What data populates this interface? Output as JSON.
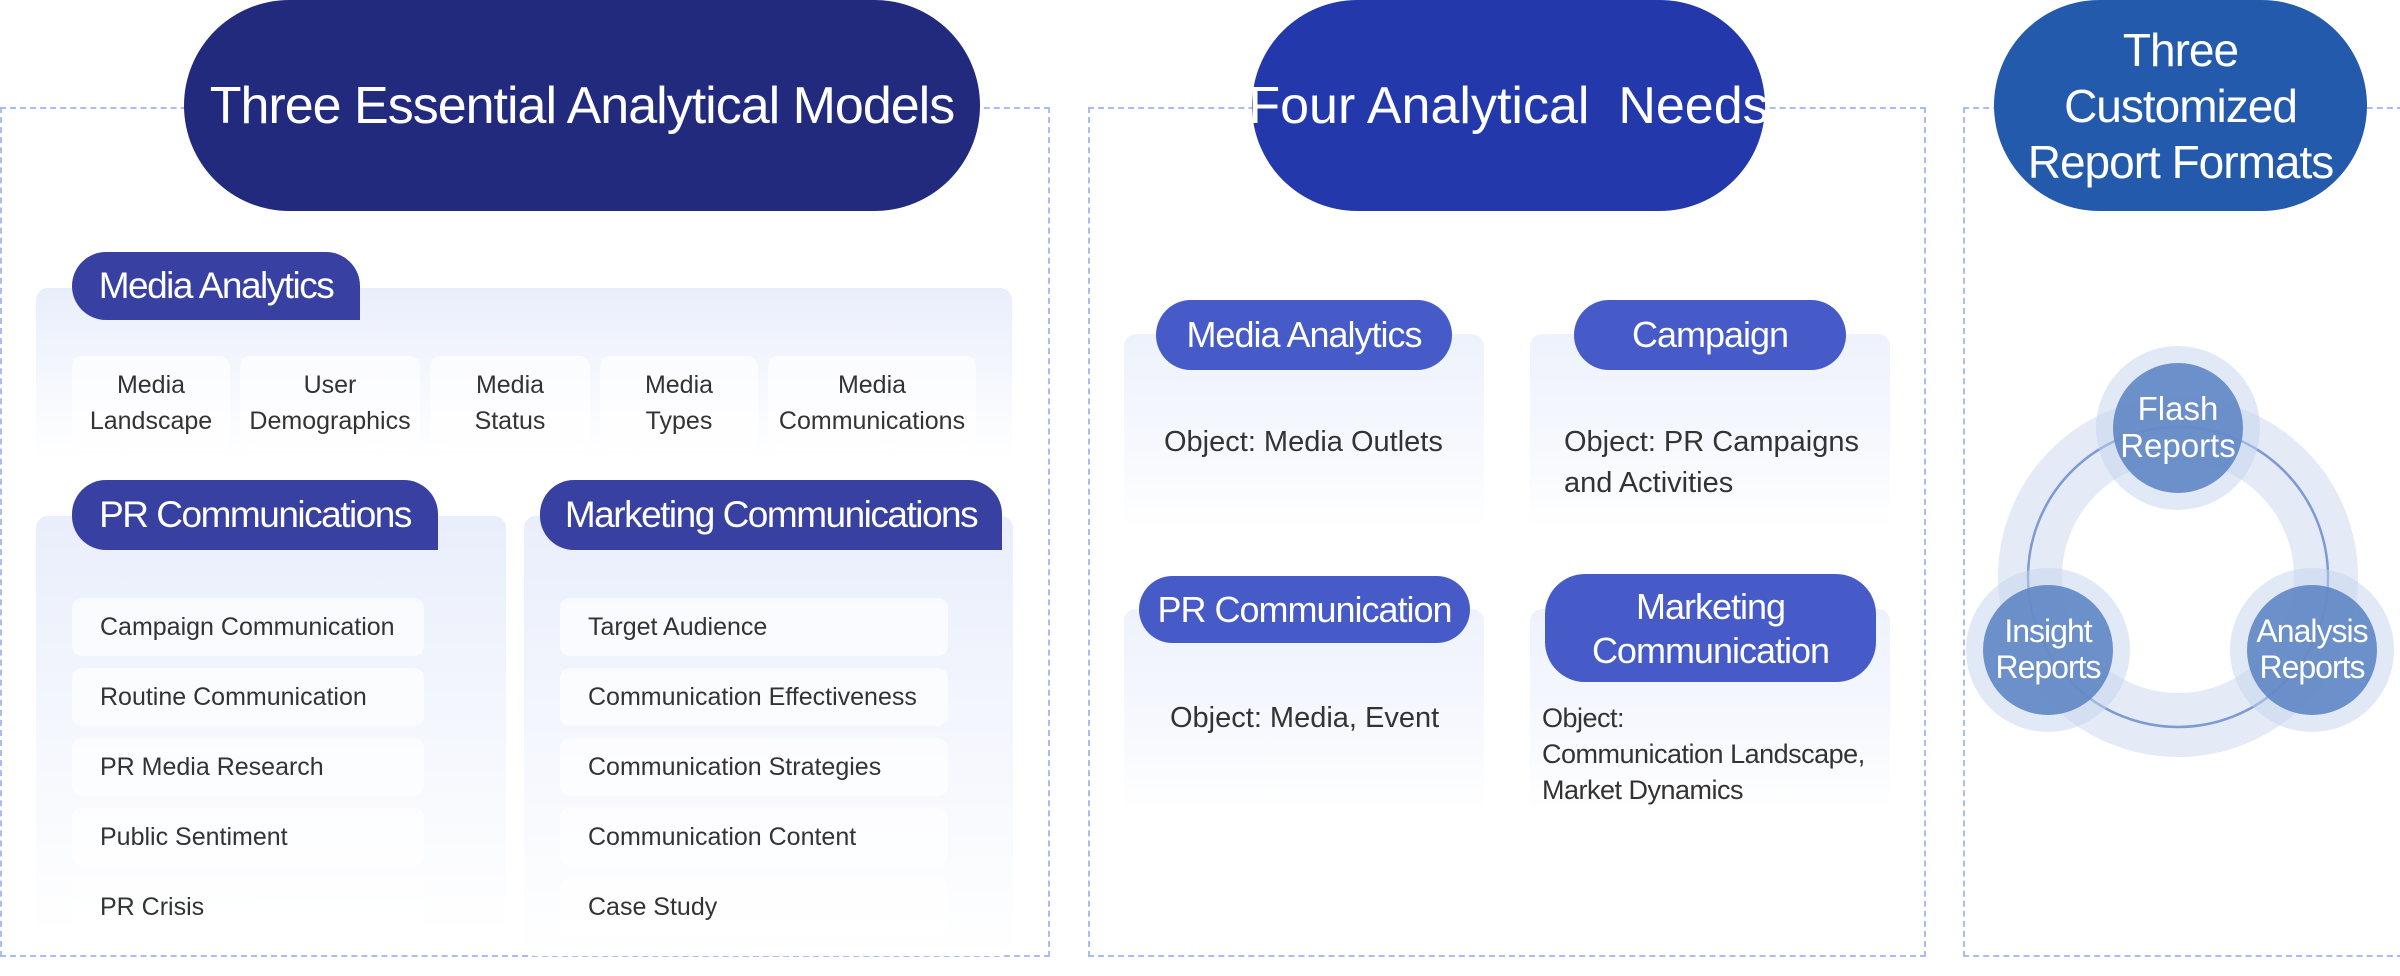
{
  "models": {
    "title": "Three Essential Analytical Models",
    "media_analytics": {
      "label": "Media Analytics",
      "items": [
        [
          "Media",
          "Landscape"
        ],
        [
          "User",
          "Demographics"
        ],
        [
          "Media",
          "Status"
        ],
        [
          "Media",
          "Types"
        ],
        [
          "Media",
          "Communications"
        ]
      ]
    },
    "pr_communications": {
      "label": "PR Communications",
      "items": [
        "Campaign Communication",
        "Routine Communication",
        "PR Media Research",
        "Public Sentiment",
        "PR Crisis"
      ]
    },
    "marketing_communications": {
      "label": "Marketing Communications",
      "items": [
        "Target Audience",
        "Communication Effectiveness",
        "Communication Strategies",
        "Communication Content",
        "Case Study"
      ]
    }
  },
  "needs": {
    "title": "Four Analytical  Needs",
    "cards": [
      {
        "label": "Media Analytics",
        "object": "Object: Media Outlets"
      },
      {
        "label": "Campaign",
        "object": "Object: PR Campaigns and Activities"
      },
      {
        "label": "PR Communication",
        "object": "Object: Media, Event"
      },
      {
        "label": "Marketing Communication",
        "object_lines": [
          "Object:",
          "Communication Landscape,",
          "Market Dynamics"
        ]
      }
    ]
  },
  "reports": {
    "title_lines": [
      "Three",
      "Customized",
      "Report Formats"
    ],
    "formats": [
      {
        "lines": [
          "Flash",
          "Reports"
        ]
      },
      {
        "lines": [
          "Insight",
          "Reports"
        ]
      },
      {
        "lines": [
          "Analysis",
          "Reports"
        ]
      }
    ]
  },
  "colors": {
    "models_header": "#212a7c",
    "needs_header": "#2339ab",
    "reports_header": "#245aab",
    "tab": "#3841a2",
    "pill": "#465bc8",
    "dashed": "#a9bdf2",
    "report_circle": "#5f86c4"
  }
}
